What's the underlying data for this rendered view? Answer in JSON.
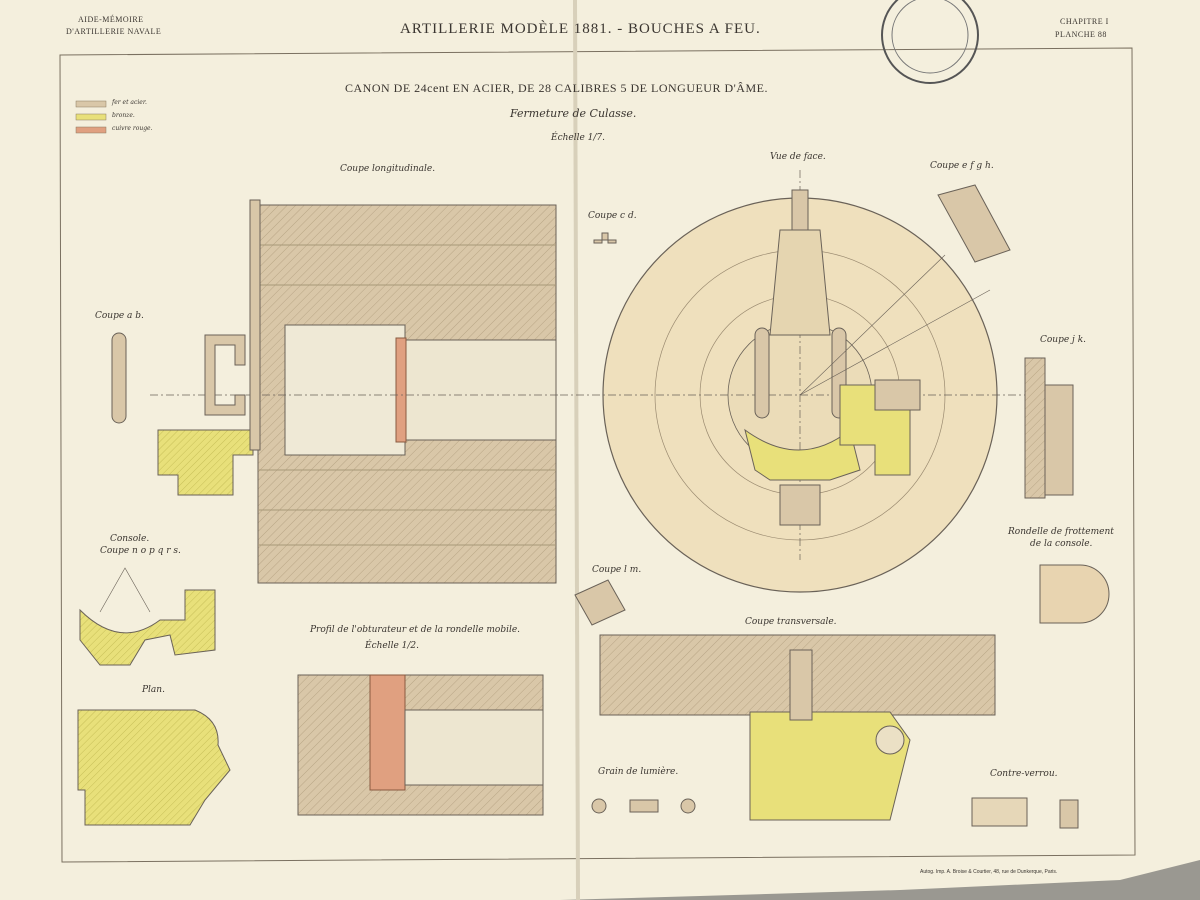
{
  "header": {
    "left_line1": "AIDE-MÉMOIRE",
    "left_line2": "D'ARTILLERIE NAVALE",
    "title": "ARTILLERIE MODÈLE 1881. - BOUCHES A FEU.",
    "right_line1": "CHAPITRE I",
    "right_line2": "PLANCHE 88"
  },
  "plate": {
    "title": "CANON DE 24cent EN ACIER, DE 28 CALIBRES 5 DE LONGUEUR D'ÂME.",
    "subtitle": "Fermeture de Culasse.",
    "scale": "Échelle 1/7."
  },
  "legend": [
    {
      "label": "fer et acier.",
      "color": "#d9c7a8"
    },
    {
      "label": "bronze.",
      "color": "#e8e07a"
    },
    {
      "label": "cuivre rouge.",
      "color": "#e0a080"
    }
  ],
  "views": {
    "coupe_longitudinale": "Coupe longitudinale.",
    "coupe_ab": "Coupe a b.",
    "coupe_cd": "Coupe c d.",
    "vue_de_face": "Vue de face.",
    "coupe_efgh": "Coupe e f g h.",
    "coupe_jk": "Coupe j k.",
    "console_line1": "Console.",
    "console_line2": "Coupe n o p q r s.",
    "rondelle_line1": "Rondelle de frottement",
    "rondelle_line2": "de la console.",
    "coupe_lm": "Coupe l m.",
    "coupe_transversale": "Coupe transversale.",
    "profil_line1": "Profil de l'obturateur et de la rondelle mobile.",
    "profil_line2": "Échelle 1/2.",
    "plan": "Plan.",
    "grain": "Grain de lumière.",
    "contre_verrou": "Contre-verrou."
  },
  "footer": "Autog. Imp. A. Broise & Courtier, 48, rue de Dunkerque, Paris.",
  "colors": {
    "paper": "#f4efdd",
    "steel": "#d9c7a8",
    "bronze": "#e8e07a",
    "copper": "#e0a080",
    "line": "#6a6258"
  }
}
